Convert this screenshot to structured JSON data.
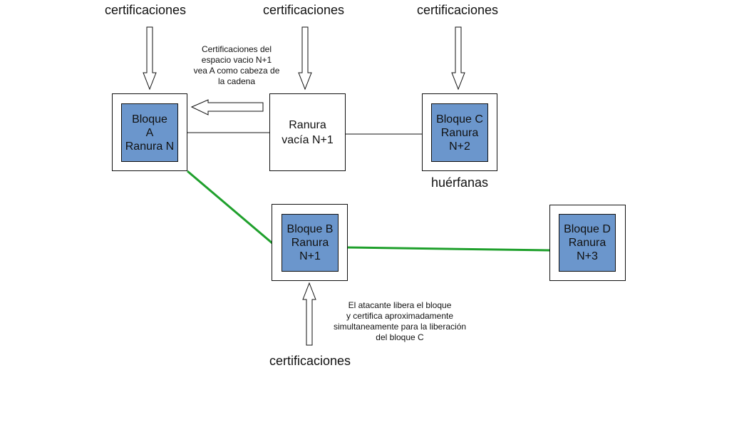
{
  "labels": {
    "cert_a": "certificaciones",
    "cert_empty": "certificaciones",
    "cert_c": "certificaciones",
    "cert_b": "certificaciones",
    "orphans": "huérfanas"
  },
  "notes": {
    "empty_slot": [
      "Certificaciones del",
      "espacio vacio N+1",
      "vea A como cabeza de",
      "la cadena"
    ],
    "attacker": [
      "El atacante libera el bloque",
      "y certifica aproximadamente",
      "simultaneamente para la liberación",
      "del bloque C"
    ]
  },
  "blocks": {
    "a": [
      "Bloque",
      "A",
      "Ranura N"
    ],
    "empty": [
      "Ranura",
      "vacía N+1"
    ],
    "c": [
      "Bloque C",
      "Ranura",
      "N+2"
    ],
    "b": [
      "Bloque B",
      "Ranura",
      "N+1"
    ],
    "d": [
      "Bloque D",
      "Ranura",
      "N+3"
    ]
  },
  "colors": {
    "block_fill": "#6b96cc",
    "chain_link": "#1fa02c",
    "orphan_link": "#111111"
  }
}
